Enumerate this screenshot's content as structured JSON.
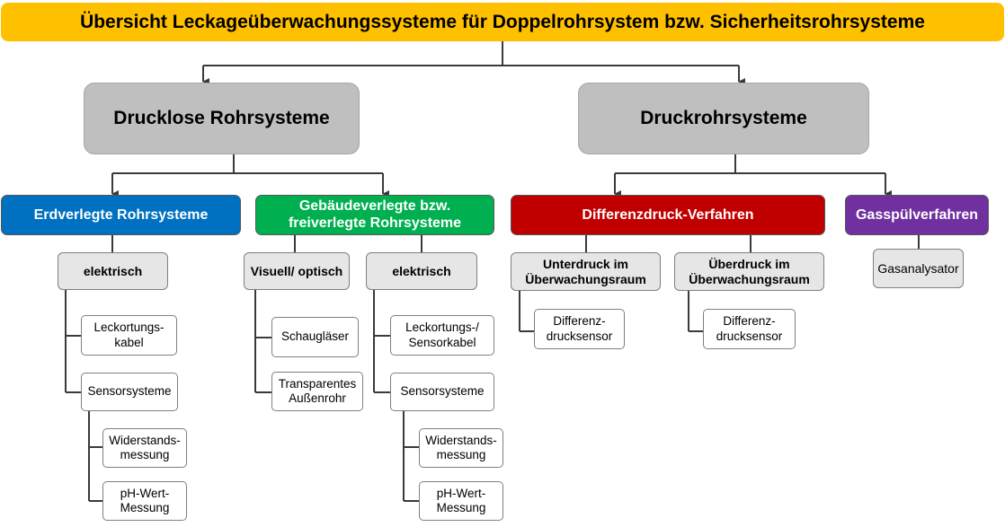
{
  "title": "Übersicht Leckageüberwachungssysteme für Doppelrohrsystem bzw. Sicherheitsrohrsysteme",
  "branches": {
    "drucklos": {
      "label": "Drucklose Rohrsysteme",
      "erdverlegt": {
        "label": "Erdverlegte Rohrsysteme",
        "color": "#0070c0",
        "elektrisch": {
          "label": "elektrisch",
          "leckortung": "Leckortungs-\nkabel",
          "sensorsysteme": "Sensorsysteme",
          "widerstand": "Widerstands-\nmessung",
          "ph": "pH-Wert-\nMessung"
        }
      },
      "gebaeude": {
        "label": "Gebäudeverlegte bzw.\nfreiverlegte Rohrsysteme",
        "color": "#00b050",
        "visuell": {
          "label": "Visuell/ optisch",
          "schauglaeser": "Schaugläser",
          "transparent": "Transparentes\nAußenrohr"
        },
        "elektrisch": {
          "label": "elektrisch",
          "leckortung": "Leckortungs-/\nSensorkabel",
          "sensorsysteme": "Sensorsysteme",
          "widerstand": "Widerstands-\nmessung",
          "ph": "pH-Wert-\nMessung"
        }
      }
    },
    "druck": {
      "label": "Druckrohrsysteme",
      "differenz": {
        "label": "Differenzdruck-Verfahren",
        "color": "#c00000",
        "unterdruck": {
          "label": "Unterdruck im\nÜberwachungsraum",
          "sensor": "Differenz-\ndrucksensor"
        },
        "ueberdruck": {
          "label": "Überdruck im\nÜberwachungsraum",
          "sensor": "Differenz-\ndrucksensor"
        }
      },
      "gasspuel": {
        "label": "Gasspülverfahren",
        "color": "#7030a0",
        "analysator": "Gasanalysator"
      }
    }
  }
}
